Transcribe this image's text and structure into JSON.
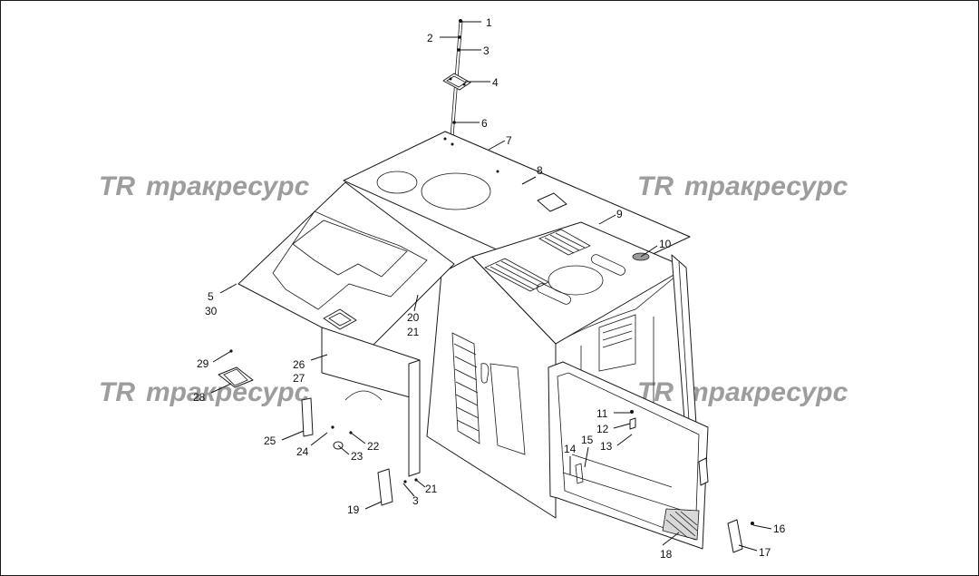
{
  "watermark": {
    "logo_letters": "TR",
    "text": "тракресурс"
  },
  "callouts": [
    {
      "id": "c1",
      "label": "1"
    },
    {
      "id": "c2",
      "label": "2"
    },
    {
      "id": "c3",
      "label": "3"
    },
    {
      "id": "c4",
      "label": "4"
    },
    {
      "id": "c5",
      "label": "5"
    },
    {
      "id": "c30",
      "label": "30"
    },
    {
      "id": "c6",
      "label": "6"
    },
    {
      "id": "c7",
      "label": "7"
    },
    {
      "id": "c8",
      "label": "8"
    },
    {
      "id": "c9",
      "label": "9"
    },
    {
      "id": "c10",
      "label": "10"
    },
    {
      "id": "c20",
      "label": "20"
    },
    {
      "id": "c21a",
      "label": "21"
    },
    {
      "id": "c29",
      "label": "29"
    },
    {
      "id": "c28",
      "label": "28"
    },
    {
      "id": "c26",
      "label": "26"
    },
    {
      "id": "c27",
      "label": "27"
    },
    {
      "id": "c25",
      "label": "25"
    },
    {
      "id": "c24",
      "label": "24"
    },
    {
      "id": "c22",
      "label": "22"
    },
    {
      "id": "c23",
      "label": "23"
    },
    {
      "id": "c19",
      "label": "19"
    },
    {
      "id": "c3b",
      "label": "3"
    },
    {
      "id": "c21b",
      "label": "21"
    },
    {
      "id": "c11",
      "label": "11"
    },
    {
      "id": "c12",
      "label": "12"
    },
    {
      "id": "c13",
      "label": "13"
    },
    {
      "id": "c14",
      "label": "14"
    },
    {
      "id": "c15",
      "label": "15"
    },
    {
      "id": "c16",
      "label": "16"
    },
    {
      "id": "c17",
      "label": "17"
    },
    {
      "id": "c18",
      "label": "18"
    }
  ]
}
